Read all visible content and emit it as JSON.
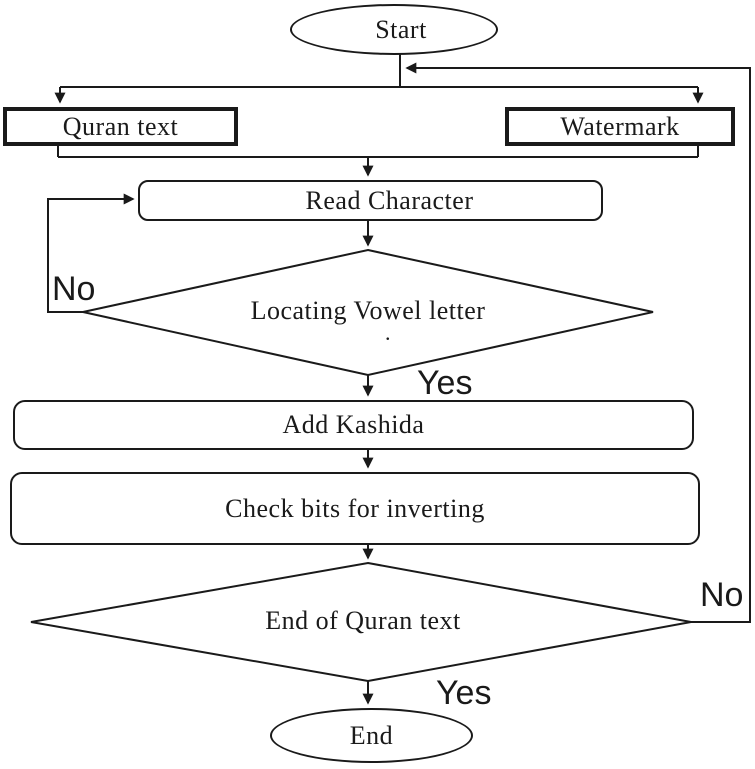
{
  "flowchart": {
    "nodes": {
      "start": "Start",
      "quran_text": "Quran text",
      "watermark": "Watermark",
      "read_character": "Read Character",
      "locating_vowel": "Locating Vowel letter",
      "add_kashida": "Add Kashida",
      "check_bits": "Check bits for inverting",
      "end_of_quran": "End of Quran text",
      "end": "End"
    },
    "edge_labels": {
      "vowel_no": "No",
      "vowel_yes": "Yes",
      "end_no": "No",
      "end_yes": "Yes"
    },
    "edges": [
      {
        "from": "start",
        "to": "quran_text"
      },
      {
        "from": "start",
        "to": "watermark"
      },
      {
        "from": "quran_text",
        "to": "read_character"
      },
      {
        "from": "watermark",
        "to": "read_character"
      },
      {
        "from": "read_character",
        "to": "locating_vowel"
      },
      {
        "from": "locating_vowel",
        "to": "read_character",
        "label": "No"
      },
      {
        "from": "locating_vowel",
        "to": "add_kashida",
        "label": "Yes"
      },
      {
        "from": "add_kashida",
        "to": "check_bits"
      },
      {
        "from": "check_bits",
        "to": "end_of_quran"
      },
      {
        "from": "end_of_quran",
        "to": "start",
        "label": "No"
      },
      {
        "from": "end_of_quran",
        "to": "end",
        "label": "Yes"
      }
    ],
    "stray_dot": ".",
    "colors": {
      "line": "#1a1a1a",
      "background": "#ffffff"
    }
  }
}
